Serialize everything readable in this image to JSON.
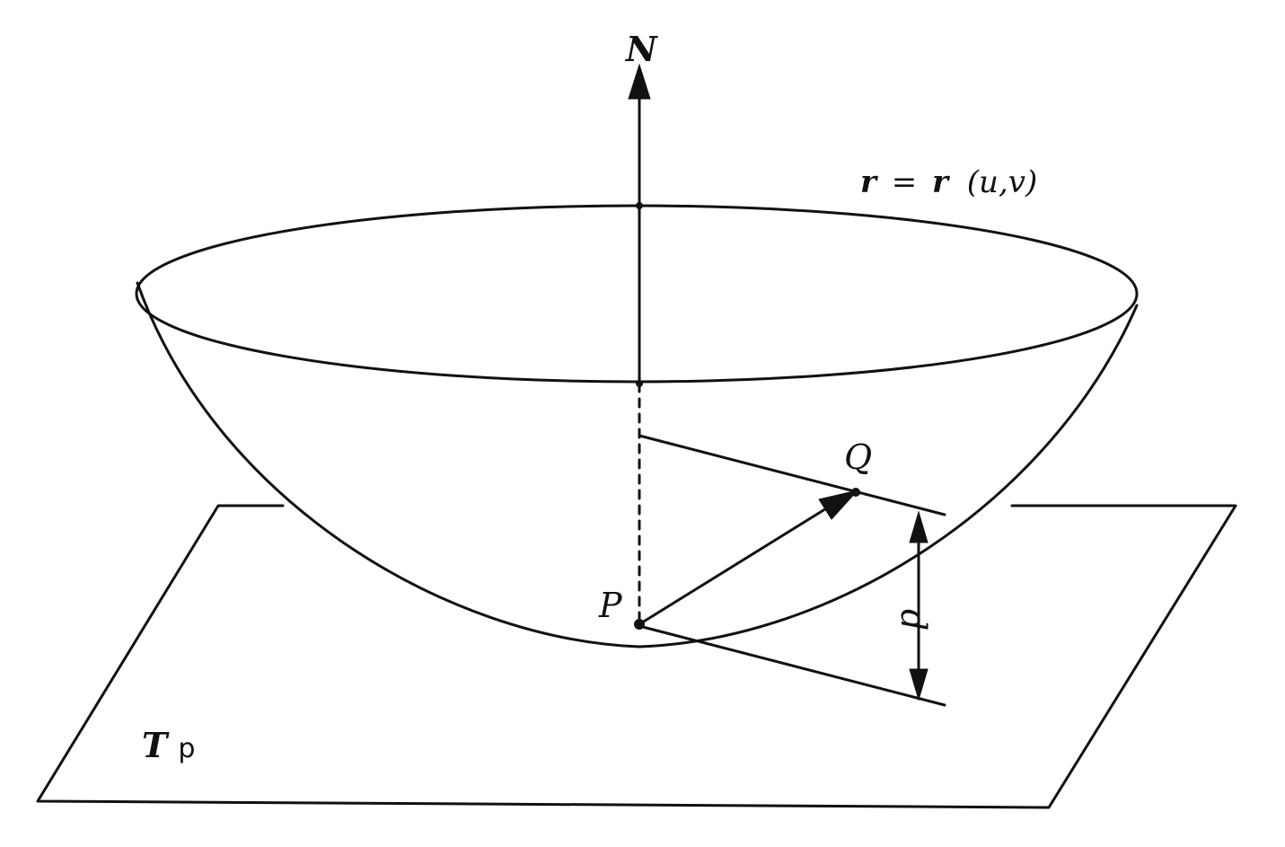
{
  "labels": {
    "normal": "N",
    "surface_lhs": "r",
    "surface_eq": "=",
    "surface_rhs": "r",
    "surface_args": "(u,v)",
    "point_p": "P",
    "point_q": "Q",
    "distance": "d",
    "tangent_plane_main": "T",
    "tangent_plane_sub": "p"
  },
  "colors": {
    "ink": "#111111",
    "background": "#ffffff"
  }
}
